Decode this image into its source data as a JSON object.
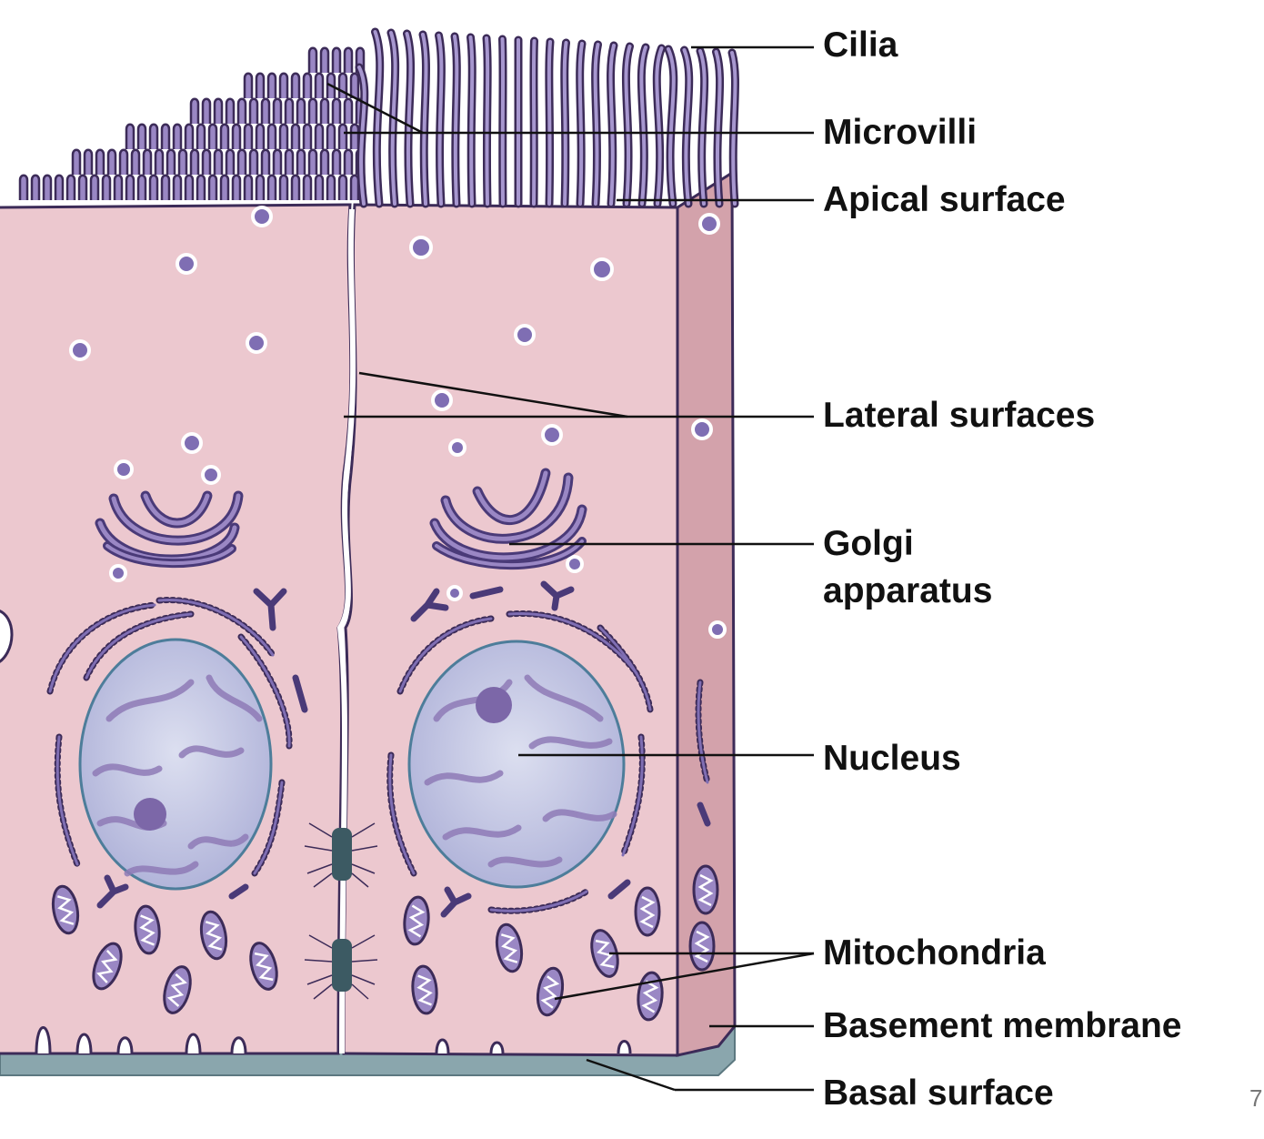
{
  "labels": {
    "cilia": "Cilia",
    "microvilli": "Microvilli",
    "apical_surface": "Apical surface",
    "lateral_surfaces": "Lateral surfaces",
    "golgi_line1": "Golgi",
    "golgi_line2": "apparatus",
    "nucleus": "Nucleus",
    "mitochondria": "Mitochondria",
    "basement_membrane": "Basement membrane",
    "basal_surface": "Basal surface"
  },
  "page_number": "7",
  "colors": {
    "cytoplasm": "#ecc8cf",
    "side_face": "#d3a2ab",
    "membrane": "#3c2b58",
    "organelle": "#7f6eb3",
    "organelle_light": "#a797cf",
    "nucleus": "#b3b6da",
    "nucleus_edge": "#4d7d9a",
    "chromatin": "#8f7bb7",
    "basement": "#8aa6ad"
  }
}
